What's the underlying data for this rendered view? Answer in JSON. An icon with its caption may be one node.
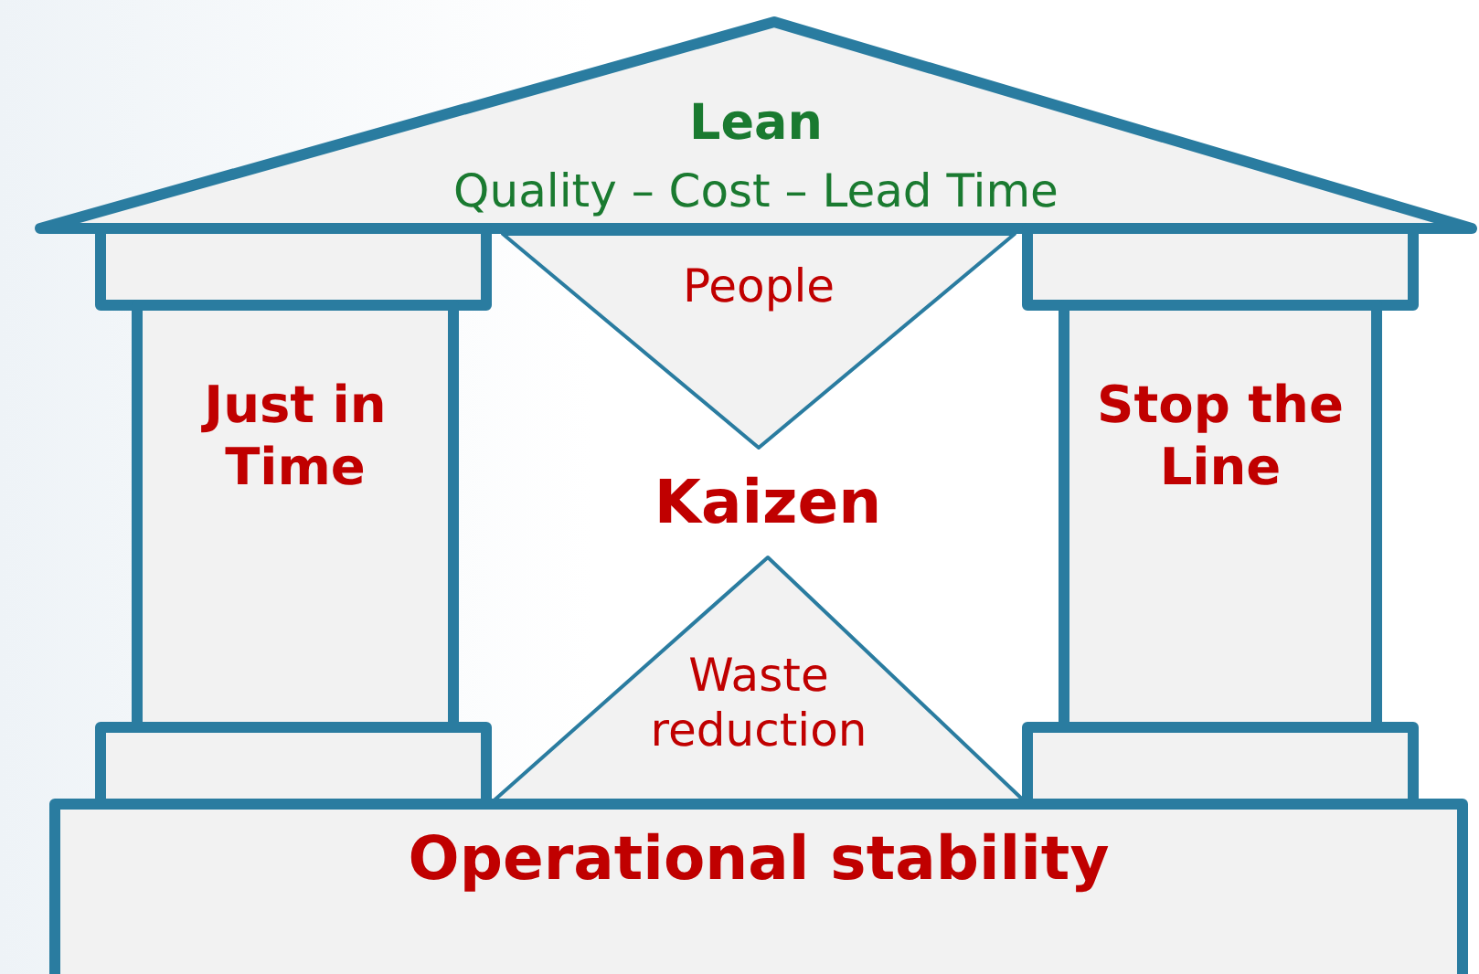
{
  "diagram": {
    "nodes": [
      {
        "text": [
          "Lean",
          "Quality – Cost – Lead Time"
        ]
      },
      {
        "text": [],
        "shape": "box"
      },
      {
        "text": [
          "People"
        ]
      },
      {
        "text": [],
        "shape": "box"
      },
      {
        "text": [
          "Just in Time"
        ]
      },
      {
        "text": [
          "Kaizen"
        ]
      },
      {
        "text": [
          "Stop the Line"
        ]
      },
      {
        "text": [
          "Waste reduction"
        ]
      },
      {
        "text": [],
        "shape": "box"
      },
      {
        "text": [],
        "shape": "box"
      },
      {
        "text": [
          "Operational stability"
        ]
      }
    ]
  }
}
